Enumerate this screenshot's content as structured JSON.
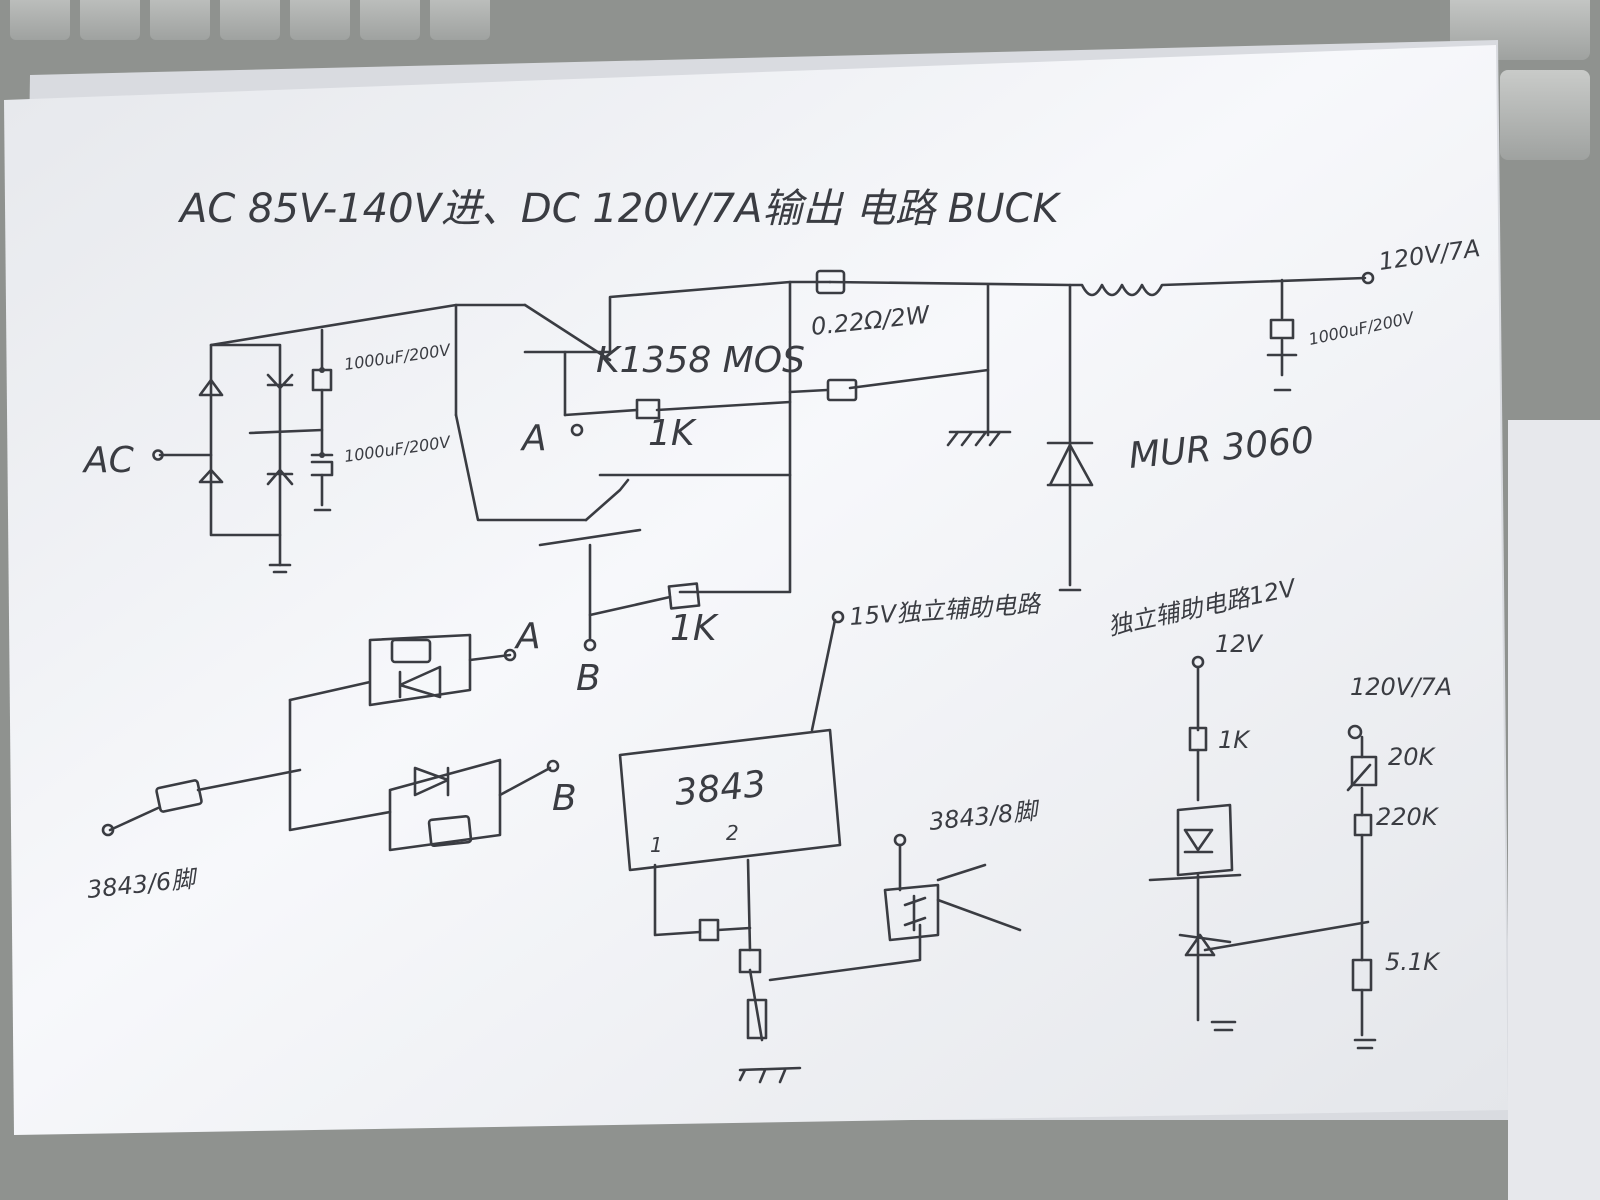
{
  "title": "AC 85V-140V进、DC 120V/7A输出 电路 BUCK",
  "labels": {
    "ac_in": "AC",
    "cap_in_1": "1000uF/200V",
    "cap_in_2": "1000uF/200V",
    "mos": "K1358 MOS",
    "node_a": "A",
    "node_b": "B",
    "res_gate_a": "1K",
    "res_gate_b": "1K",
    "shunt": "0.22Ω/2W",
    "diode": "MUR 3060",
    "out_voltage": "120V/7A",
    "cap_out": "1000uF/200V",
    "aux15": "15V独立辅助电路",
    "ic": "3843",
    "ic_pin1": "1",
    "ic_pin2": "2",
    "drv_a": "A",
    "drv_b": "B",
    "drv_in": "3843/6脚",
    "opto_pin": "3843/8脚",
    "aux12_title": "独立辅助电路12V",
    "aux12_v": "12V",
    "fb_out": "120V/7A",
    "r_1k": "1K",
    "r_20k": "20K",
    "r_220k": "220K",
    "r_51k": "5.1K"
  },
  "colors": {
    "ink": "#3a3c42",
    "paper": "#f4f5f8",
    "background": "#8e918e"
  }
}
